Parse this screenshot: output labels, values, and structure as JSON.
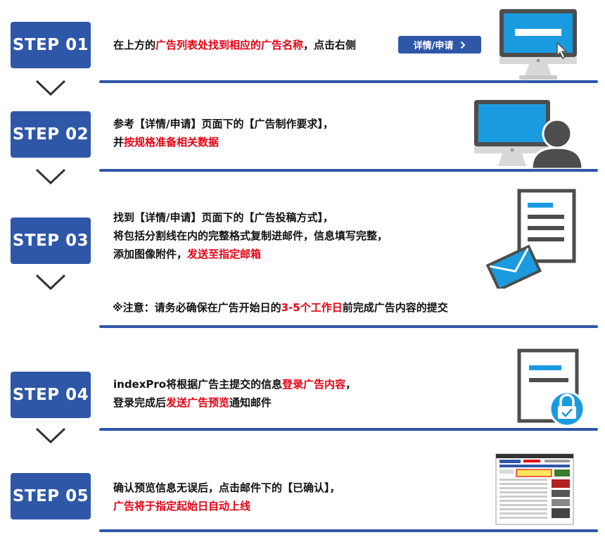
{
  "colors": {
    "accent": "#2f57a8",
    "highlight": "#e60012",
    "text": "#111111"
  },
  "steps": [
    {
      "badge": "STEP 01",
      "lines": [
        [
          {
            "t": "在上方的"
          },
          {
            "t": "广告列表处找到相应的广告名称",
            "hl": true
          },
          {
            "t": "，点击右侧"
          }
        ]
      ],
      "button": {
        "label": "详情/申请",
        "icon": "chevron-right-icon"
      },
      "icon": "monitor-click-icon"
    },
    {
      "badge": "STEP 02",
      "lines": [
        [
          {
            "t": "参考【详情/申请】页面下的【广告制作要求】，"
          }
        ],
        [
          {
            "t": "并"
          },
          {
            "t": "按规格准备相关数据",
            "hl": true
          }
        ]
      ],
      "icon": "monitor-user-icon"
    },
    {
      "badge": "STEP 03",
      "lines": [
        [
          {
            "t": "找到【详情/申请】页面下的【广告投稿方式】，"
          }
        ],
        [
          {
            "t": "将包括分割线在内的完整格式复制进邮件，信息填写完整，"
          }
        ],
        [
          {
            "t": "添加图像附件，"
          },
          {
            "t": "发送至指定邮箱",
            "hl": true
          }
        ]
      ],
      "note": [
        {
          "t": "※注意：请务必确保在广告开始日的"
        },
        {
          "t": "3-5个工作日",
          "hl": true
        },
        {
          "t": "前完成广告内容的提交"
        }
      ],
      "icon": "document-mail-icon"
    },
    {
      "badge": "STEP 04",
      "lines": [
        [
          {
            "t": "indexPro将根据广告主提交的信息"
          },
          {
            "t": "登录广告内容",
            "hl": true
          },
          {
            "t": "，"
          }
        ],
        [
          {
            "t": "登录完成后"
          },
          {
            "t": "发送广告预览",
            "hl": true
          },
          {
            "t": "通知邮件"
          }
        ]
      ],
      "icon": "document-lock-icon"
    },
    {
      "badge": "STEP 05",
      "lines": [
        [
          {
            "t": "确认预览信息无误后，点击邮件下的【已确认】，"
          }
        ],
        [
          {
            "t": "广告将于指定起始日自动上线",
            "hl": true
          }
        ]
      ],
      "icon": "webpage-preview-icon"
    }
  ]
}
